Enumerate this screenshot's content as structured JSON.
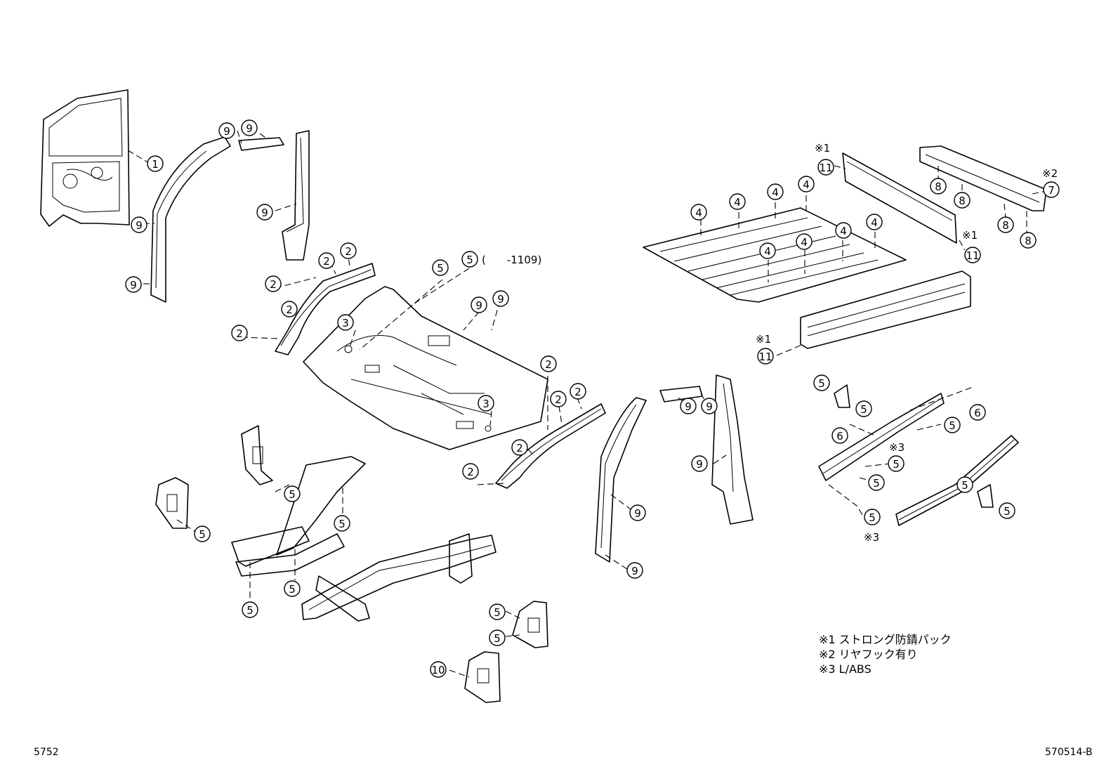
{
  "callouts": [
    {
      "t": "1"
    },
    {
      "t": "9"
    },
    {
      "t": "9"
    },
    {
      "t": "9"
    },
    {
      "t": "9"
    },
    {
      "t": "9"
    },
    {
      "t": "2"
    },
    {
      "t": "2"
    },
    {
      "t": "2"
    },
    {
      "t": "2"
    },
    {
      "t": "2"
    },
    {
      "t": "3"
    },
    {
      "t": "5"
    },
    {
      "t": "5"
    },
    {
      "t": "9"
    },
    {
      "t": "9"
    },
    {
      "t": "2"
    },
    {
      "t": "2"
    },
    {
      "t": "2"
    },
    {
      "t": "2"
    },
    {
      "t": "2"
    },
    {
      "t": "3"
    },
    {
      "t": "4"
    },
    {
      "t": "4"
    },
    {
      "t": "4"
    },
    {
      "t": "4"
    },
    {
      "t": "4"
    },
    {
      "t": "4"
    },
    {
      "t": "4"
    },
    {
      "t": "4"
    },
    {
      "t": "11"
    },
    {
      "t": "11"
    },
    {
      "t": "11"
    },
    {
      "t": "8"
    },
    {
      "t": "8"
    },
    {
      "t": "8"
    },
    {
      "t": "8"
    },
    {
      "t": "7"
    },
    {
      "t": "9"
    },
    {
      "t": "9"
    },
    {
      "t": "9"
    },
    {
      "t": "9"
    },
    {
      "t": "9"
    },
    {
      "t": "5"
    },
    {
      "t": "5"
    },
    {
      "t": "6"
    },
    {
      "t": "6"
    },
    {
      "t": "5"
    },
    {
      "t": "5"
    },
    {
      "t": "5"
    },
    {
      "t": "5"
    },
    {
      "t": "5"
    },
    {
      "t": "5"
    },
    {
      "t": "5"
    },
    {
      "t": "5"
    },
    {
      "t": "5"
    },
    {
      "t": "5"
    },
    {
      "t": "5"
    },
    {
      "t": "10"
    },
    {
      "t": "5"
    },
    {
      "t": "5"
    }
  ],
  "range_note": "(　　-1109)",
  "marks": [
    "※1",
    "※1",
    "※1",
    "※2",
    "※3",
    "※3"
  ],
  "legend": [
    "※1 ストロング防錆パック",
    "※2 リヤフック有り",
    "※3 L/ABS"
  ],
  "figure_number": "5752",
  "illustration_code": "570514-B"
}
